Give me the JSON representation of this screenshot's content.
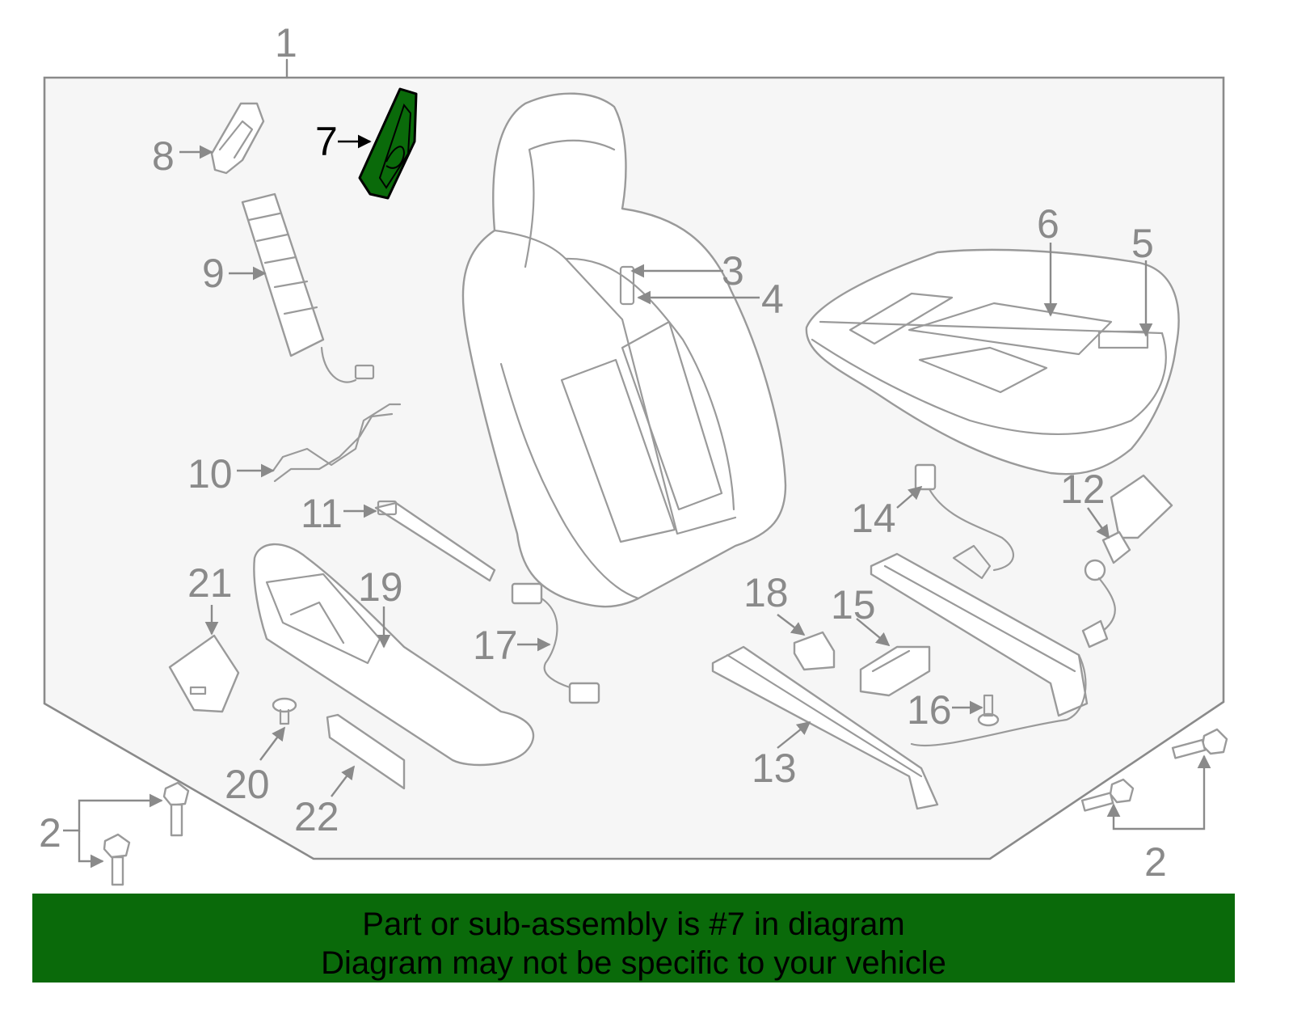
{
  "diagram": {
    "highlight_color": "#0a6a0a",
    "callouts": [
      {
        "id": "1",
        "label": "1"
      },
      {
        "id": "2a",
        "label": "2"
      },
      {
        "id": "2b",
        "label": "2"
      },
      {
        "id": "3",
        "label": "3"
      },
      {
        "id": "4",
        "label": "4"
      },
      {
        "id": "5",
        "label": "5"
      },
      {
        "id": "6",
        "label": "6"
      },
      {
        "id": "7",
        "label": "7",
        "highlighted": true
      },
      {
        "id": "8",
        "label": "8"
      },
      {
        "id": "9",
        "label": "9"
      },
      {
        "id": "10",
        "label": "10"
      },
      {
        "id": "11",
        "label": "11"
      },
      {
        "id": "12",
        "label": "12"
      },
      {
        "id": "13",
        "label": "13"
      },
      {
        "id": "14",
        "label": "14"
      },
      {
        "id": "15",
        "label": "15"
      },
      {
        "id": "16",
        "label": "16"
      },
      {
        "id": "17",
        "label": "17"
      },
      {
        "id": "18",
        "label": "18"
      },
      {
        "id": "19",
        "label": "19"
      },
      {
        "id": "20",
        "label": "20"
      },
      {
        "id": "21",
        "label": "21"
      },
      {
        "id": "22",
        "label": "22"
      }
    ]
  },
  "banner": {
    "line1": "Part or sub-assembly is #7 in diagram",
    "line2": "Diagram may not be specific to your vehicle",
    "background_color": "#0a6a0a"
  }
}
